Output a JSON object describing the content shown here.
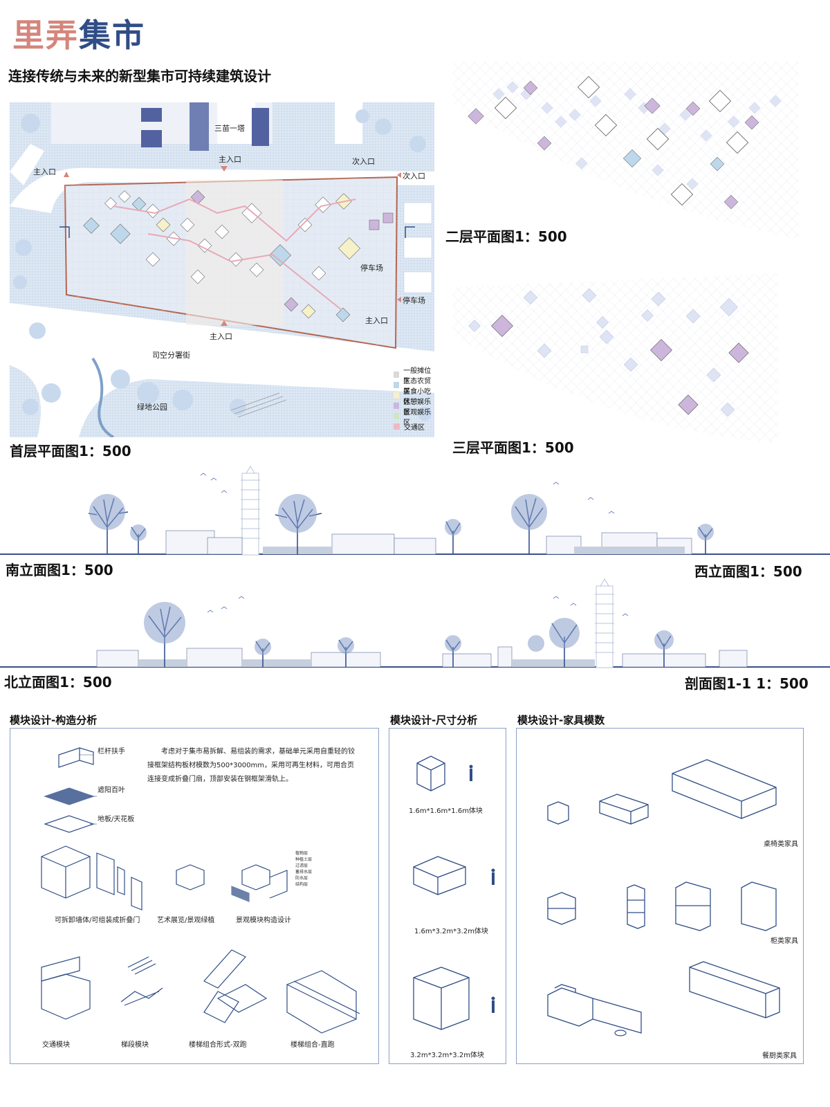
{
  "title": {
    "part1": "里弄",
    "part2": "集市"
  },
  "subtitle": "连接传统与未来的新型集市可持续建筑设计",
  "site_plan": {
    "caption": "首层平面图1：500",
    "labels": {
      "tower": "三苗一塔",
      "entry_main_top": "主入口",
      "entry_main_left": "主入口",
      "entry_sub_top": "次入口",
      "entry_sub_right": "次入口",
      "parking_1": "停车场",
      "parking_2": "停车场",
      "entry_main_bottom": "主入口",
      "entry_main_right": "主入口",
      "street": "司空分署街",
      "park": "绿地公园"
    },
    "legend": [
      {
        "label": "一般摊位区",
        "color": "#d9d9d9"
      },
      {
        "label": "生态农贸区",
        "color": "#bcd8ea"
      },
      {
        "label": "美食小吃区",
        "color": "#f6f1c8"
      },
      {
        "label": "休憩娱乐区",
        "color": "#cdb6dc"
      },
      {
        "label": "景观娱乐区",
        "color": "#cfe6c3"
      },
      {
        "label": "交通区",
        "color": "#f1b8c2"
      }
    ]
  },
  "plan2": {
    "caption": "二层平面图1：500"
  },
  "plan3": {
    "caption": "三层平面图1：500"
  },
  "elevations": {
    "south": "南立面图1：500",
    "west": "西立面图1：500",
    "north": "北立面图1：500",
    "section": "剖面图1-1 1：500"
  },
  "module_structure": {
    "title": "模块设计-构造分析",
    "text": "考虑对于集市易拆解、易组装的需求，基础单元采用自重轻的铰接框架结构板材模数为500*3000mm，采用可再生材料，可用合页连接变成折叠门扇，顶部安装在钢框架滑轨上。",
    "layers": [
      "栏杆扶手",
      "遮阳百叶",
      "地板/天花板"
    ],
    "captions": [
      "可拆卸墙体/可组装成折叠门",
      "艺术展览/景观绿植",
      "景观模块构造设计",
      "交通模块",
      "梯段模块",
      "楼梯组合形式-双跑",
      "楼梯组合-直跑"
    ],
    "detail_layers": [
      "植物层",
      "种植土层",
      "过滤层",
      "蓄排水层",
      "防水层",
      "结构层"
    ]
  },
  "module_size": {
    "title": "模块设计-尺寸分析",
    "items": [
      "1.6m*1.6m*1.6m体块",
      "1.6m*3.2m*3.2m体块",
      "3.2m*3.2m*3.2m体块"
    ]
  },
  "module_furniture": {
    "title": "模块设计-家具模数",
    "items": [
      "桌椅类家具",
      "柜类家具",
      "餐厨类家具"
    ]
  },
  "colors": {
    "accent_red": "#d4867c",
    "accent_blue": "#2f4d86",
    "line_blue": "#3a4f8a",
    "site_outline": "#b5644f"
  }
}
